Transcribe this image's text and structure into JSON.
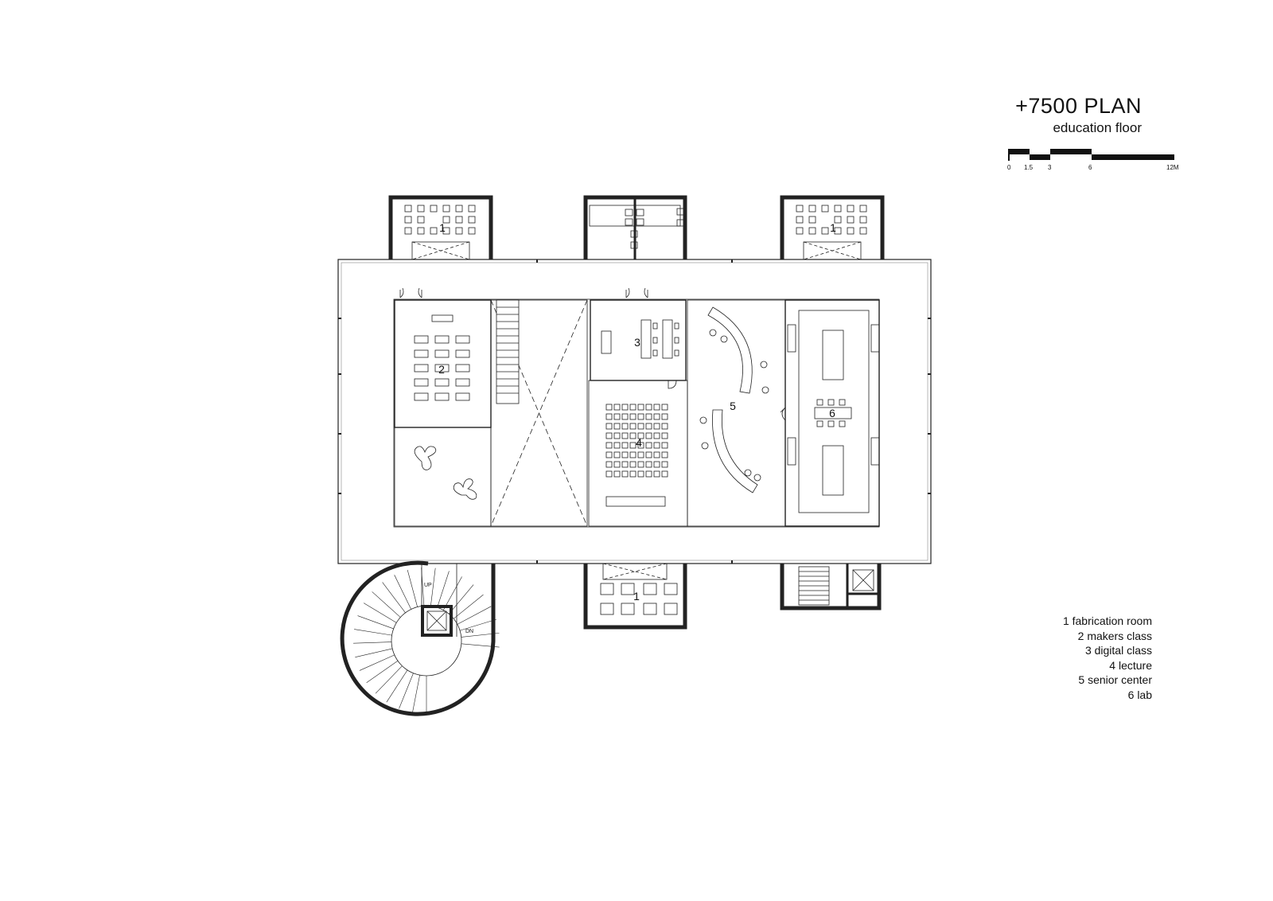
{
  "title": {
    "main": "+7500 PLAN",
    "sub": "education floor"
  },
  "scale_bar": {
    "labels": [
      "0",
      "1.5",
      "3",
      "6",
      "12M"
    ]
  },
  "legend": [
    "1 fabrication room",
    "2 makers class",
    "3 digital class",
    "4 lecture",
    "5 senior center",
    "6 lab"
  ],
  "room_numbers": {
    "fab_nw": "1",
    "fab_ne": "1",
    "fab_s": "1",
    "makers": "2",
    "digital": "3",
    "lecture": "4",
    "senior": "5",
    "lab": "6"
  },
  "stair_labels": {
    "up": "UP",
    "down": "DN"
  }
}
